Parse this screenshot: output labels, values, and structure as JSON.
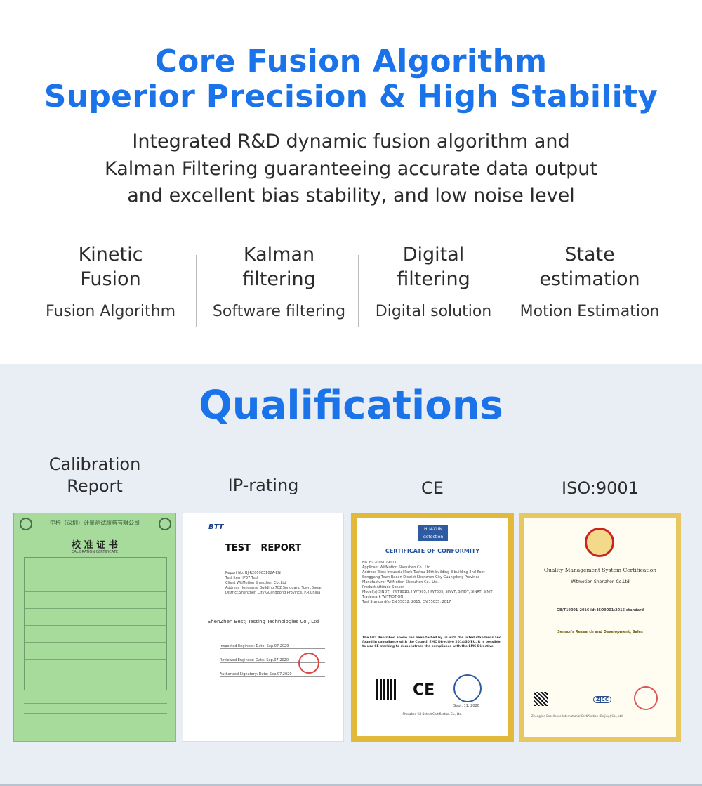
{
  "header": {
    "title_line1": "Core Fusion Algorithm",
    "title_line2": "Superior Precision & High Stability",
    "desc_line1": "Integrated R&D dynamic fusion algorithm and",
    "desc_line2": "Kalman Filtering guaranteeing accurate data output",
    "desc_line3": "and excellent bias stability, and low noise level"
  },
  "features": [
    {
      "name_line1": "Kinetic",
      "name_line2": "Fusion",
      "sub": "Fusion Algorithm"
    },
    {
      "name_line1": "Kalman",
      "name_line2": "filtering",
      "sub": "Software filtering"
    },
    {
      "name_line1": "Digital",
      "name_line2": "filtering",
      "sub": "Digital solution"
    },
    {
      "name_line1": "State",
      "name_line2": "estimation",
      "sub": "Motion Estimation"
    }
  ],
  "qualifications": {
    "title": "Qualifications",
    "labels": [
      {
        "line1": "Calibration",
        "line2": "Report"
      },
      {
        "line1": "IP-rating"
      },
      {
        "line1": "CE"
      },
      {
        "line1": "ISO:9001"
      }
    ]
  },
  "certs": {
    "calibration": {
      "header": "中检（深圳）计量测试服务有限公司",
      "title": "校 准 证 书",
      "subtitle": "CALIBRATION CERTIFICATE"
    },
    "test_report": {
      "brand": "BTT",
      "title": "TEST REPORT",
      "rows": [
        "Report No.   BJ-R200903102A-EN",
        "Test Item    IP67 Test",
        "Client       WitMotion Shenzhen Co.,Ltd",
        "Address      Honggmai Building 702,Songgang Town,Baoan District,Shenzhen City,Guangdong Province, P.R.China"
      ],
      "company": "ShenZhen BestJ Testing Technologies Co., Ltd",
      "inspected": "Inspected Engineer:        Date: Sep.07.2020",
      "reviewed": "Reviewed Engineer:         Date: Sep.07.2020",
      "authorized": "Authorized Signatory:      Date: Sep.07.2020"
    },
    "ce": {
      "logo_line1": "HUAXUN",
      "logo_line2": "detection",
      "title": "CERTIFICATE OF CONFORMITY",
      "rows": [
        "No.            HX2009079011",
        "Applicant      WitMotion Shenzhen Co., Ltd.",
        "Address        West Industrial Park Tantou 16th building B building 2nd floor Songgang Town Baoan District Shenzhen City Guangdong Province",
        "Manufacturer   WitMotion Shenzhen Co., Ltd.",
        "Product        Attitude Sensor",
        "Model(s)       SINDT, HWT901B, HWT905, HWT605, SINVT, SINDT, SINRT, SINIT",
        "Trademark      WITMOTION",
        "Test Standard(s) EN 55032: 2015; EN 55035: 2017"
      ],
      "para": "The EUT described above has been tested by us with the listed standards and found in compliance with the Council EMC Directive 2014/30/EU. It is possible to use CE marking to demonstrate the compliance with the EMC Directive.",
      "ce_mark": "CE",
      "date": "Sept. 11, 2020",
      "footer": "Shenzhen HX Detect Certification Co., Ltd."
    },
    "iso": {
      "title": "Quality Management System Certification",
      "company": "Witmotion Shenzhen Co.Ltd",
      "standard": "GB/T19001-2016 idt ISO9001:2015 standard",
      "scope": "Sensor's Research and Development, Sales",
      "zjcc": "ZJCC",
      "footer": "Zhongjian Excellence International Certification (Beijing) Co., Ltd."
    }
  }
}
